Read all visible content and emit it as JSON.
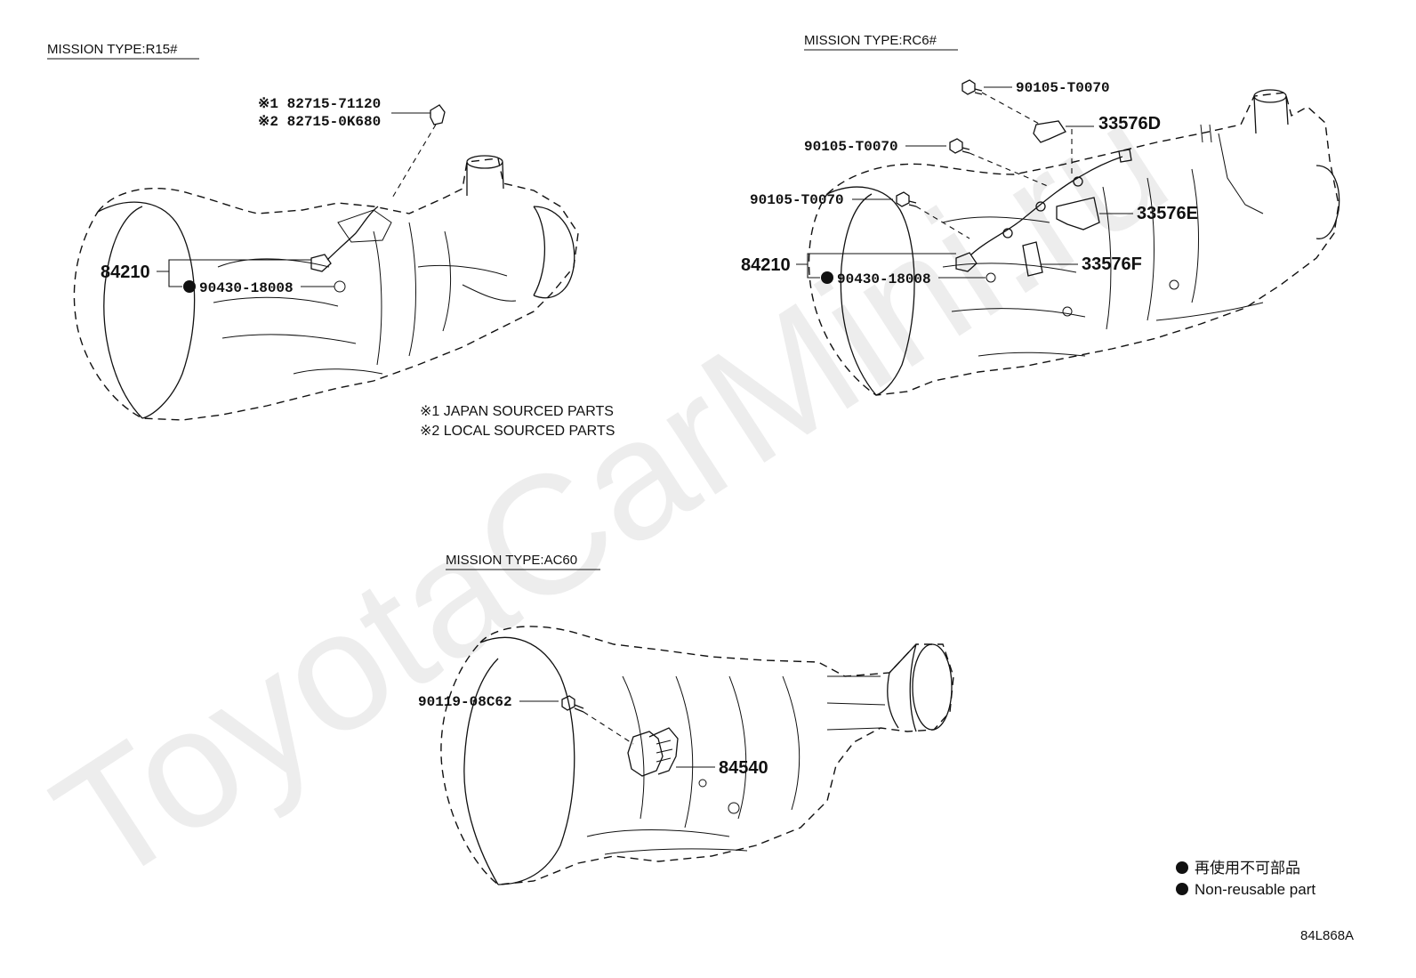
{
  "sections": {
    "r15": {
      "title": "MISSION TYPE:R15#",
      "part_speedometer": "84210",
      "part_oring": "90430-18008",
      "clamp_japan": "※1  82715-71120",
      "clamp_local": "※2  82715-0K680"
    },
    "rc6": {
      "title": "MISSION TYPE:RC6#",
      "bolt_a": "90105-T0070",
      "bolt_b": "90105-T0070",
      "bolt_c": "90105-T0070",
      "bracket_d": "33576D",
      "bracket_e": "33576E",
      "bracket_f": "33576F",
      "part_speedometer": "84210",
      "part_oring": "90430-18008"
    },
    "ac60": {
      "title": "MISSION TYPE:AC60",
      "bolt": "90119-08C62",
      "sensor": "84540"
    }
  },
  "notes": {
    "japan": "※1 JAPAN SOURCED PARTS",
    "local": "※2 LOCAL SOURCED PARTS"
  },
  "legend": {
    "jp": "再使用不可部品",
    "en": "Non-reusable part"
  },
  "watermark": "ToyotaCarMini.ru",
  "diagram_id": "84L868A"
}
